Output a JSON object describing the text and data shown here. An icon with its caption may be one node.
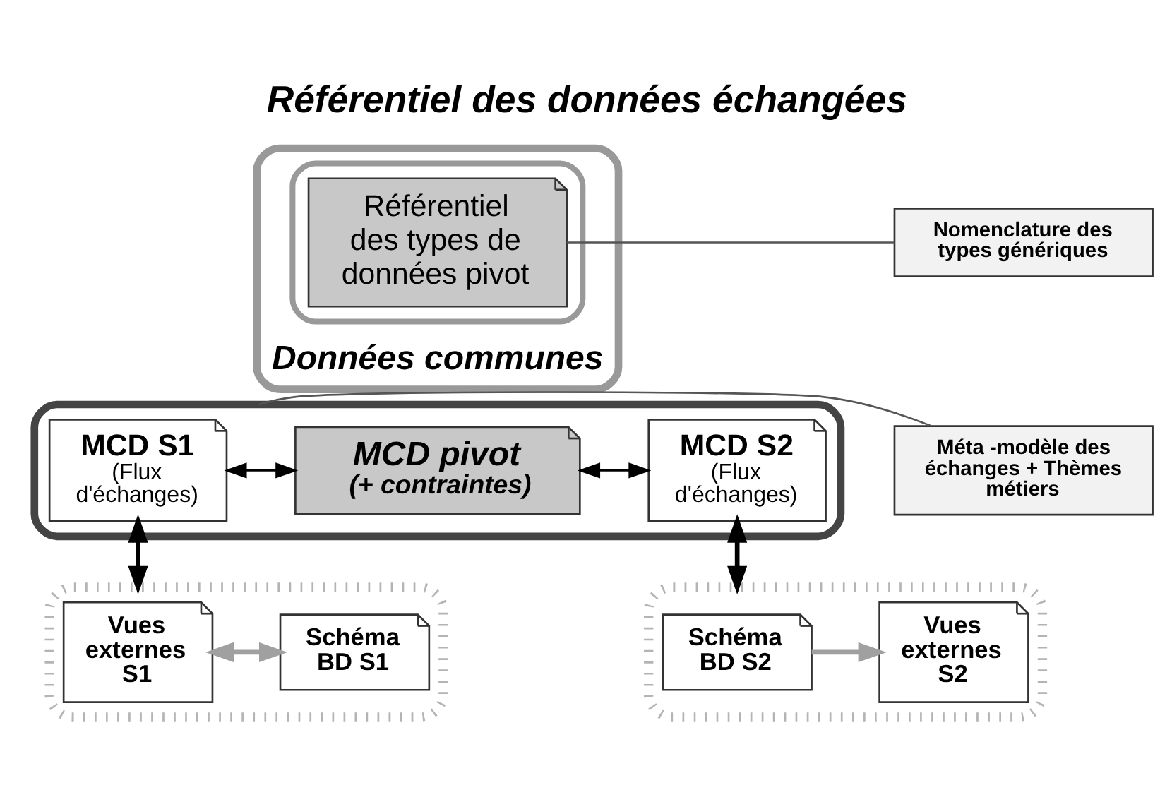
{
  "diagram": {
    "title": "Référentiel des données échangées",
    "nodes": [
      {
        "text": [
          "Données communes"
        ]
      },
      {
        "text": [],
        "shape": "box",
        "in": 0
      },
      {
        "text": [],
        "shape": "box"
      },
      {
        "text": [
          "Référentiel des types de données pivot"
        ],
        "in": 1
      },
      {
        "text": [
          "MCD S1",
          "(Flux d'échanges)"
        ],
        "in": 2
      },
      {
        "text": [
          "MCD pivot",
          "(+ contraintes)"
        ],
        "in": 2
      },
      {
        "text": [
          "MCD S2",
          "(Flux d'échanges)"
        ],
        "in": 2
      },
      {
        "text": [
          "Nomenclature des types génériques"
        ]
      },
      {
        "text": [
          "Méta -modèle des échanges + Thèmes métiers"
        ]
      },
      {
        "text": [],
        "shape": "box"
      },
      {
        "text": [
          "Vues externes S1"
        ],
        "in": 9
      },
      {
        "text": [
          "Schéma BD S1"
        ],
        "in": 9
      },
      {
        "text": [],
        "shape": "box"
      },
      {
        "text": [
          "Schéma BD S2"
        ],
        "in": 12
      },
      {
        "text": [
          "Vues externes S2"
        ],
        "in": 12
      }
    ],
    "edges": [
      {
        "from": 4,
        "to": 5,
        "arrow": "both"
      },
      {
        "from": 5,
        "to": 6,
        "arrow": "both"
      },
      {
        "from": 7,
        "to": 3,
        "arrow": "none",
        "color": "#555555"
      },
      {
        "from": 8,
        "to": 2,
        "arrow": "none",
        "color": "#555555"
      },
      {
        "from": 4,
        "to": 9,
        "arrow": "both",
        "style": "thick"
      },
      {
        "from": 6,
        "to": 12,
        "arrow": "both",
        "style": "thick"
      },
      {
        "from": 10,
        "to": 11,
        "arrow": "both",
        "color": "#a0a0a0",
        "style": "thick"
      },
      {
        "from": 13,
        "to": 14,
        "arrow": "to",
        "color": "#a0a0a0",
        "style": "thick"
      }
    ]
  }
}
